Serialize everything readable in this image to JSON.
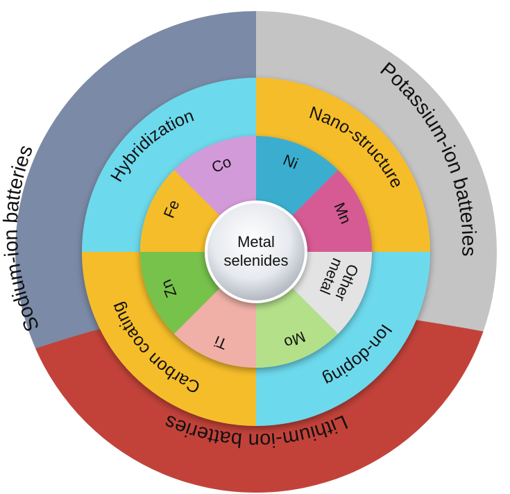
{
  "diagram": {
    "center": {
      "line1": "Metal",
      "line2": "selenides"
    },
    "outer_ring": [
      {
        "id": "sodium",
        "label": "Sodium-ion batteries",
        "color": "#7b8aa6"
      },
      {
        "id": "potassium",
        "label": "Potassium-ion batteries",
        "color": "#c4c4c4"
      },
      {
        "id": "lithium",
        "label": "Lithium-ion batteries",
        "color": "#c2423a"
      }
    ],
    "middle_ring": [
      {
        "id": "hybridization",
        "label": "Hybridization",
        "color": "#6dd9ec"
      },
      {
        "id": "nanostructure",
        "label": "Nano-structure",
        "color": "#f6bd2a"
      },
      {
        "id": "iondoping",
        "label": "Ion-doping",
        "color": "#6dd9ec"
      },
      {
        "id": "carbon",
        "label": "Carbon coating",
        "color": "#f6bd2a"
      }
    ],
    "inner_ring": [
      {
        "id": "ni",
        "label": "Ni",
        "color": "#3aaed0"
      },
      {
        "id": "mn",
        "label": "Mn",
        "color": "#d65a93"
      },
      {
        "id": "other",
        "label1": "Other",
        "label2": "metal",
        "color": "#e3e3e3"
      },
      {
        "id": "mo",
        "label": "Mo",
        "color": "#b4e08a"
      },
      {
        "id": "ti",
        "label": "Ti",
        "color": "#f0b0a8"
      },
      {
        "id": "zn",
        "label": "Zn",
        "color": "#77c24c"
      },
      {
        "id": "fe",
        "label": "Fe",
        "color": "#f6bd2a"
      },
      {
        "id": "co",
        "label": "Co",
        "color": "#d39ad9"
      }
    ]
  }
}
